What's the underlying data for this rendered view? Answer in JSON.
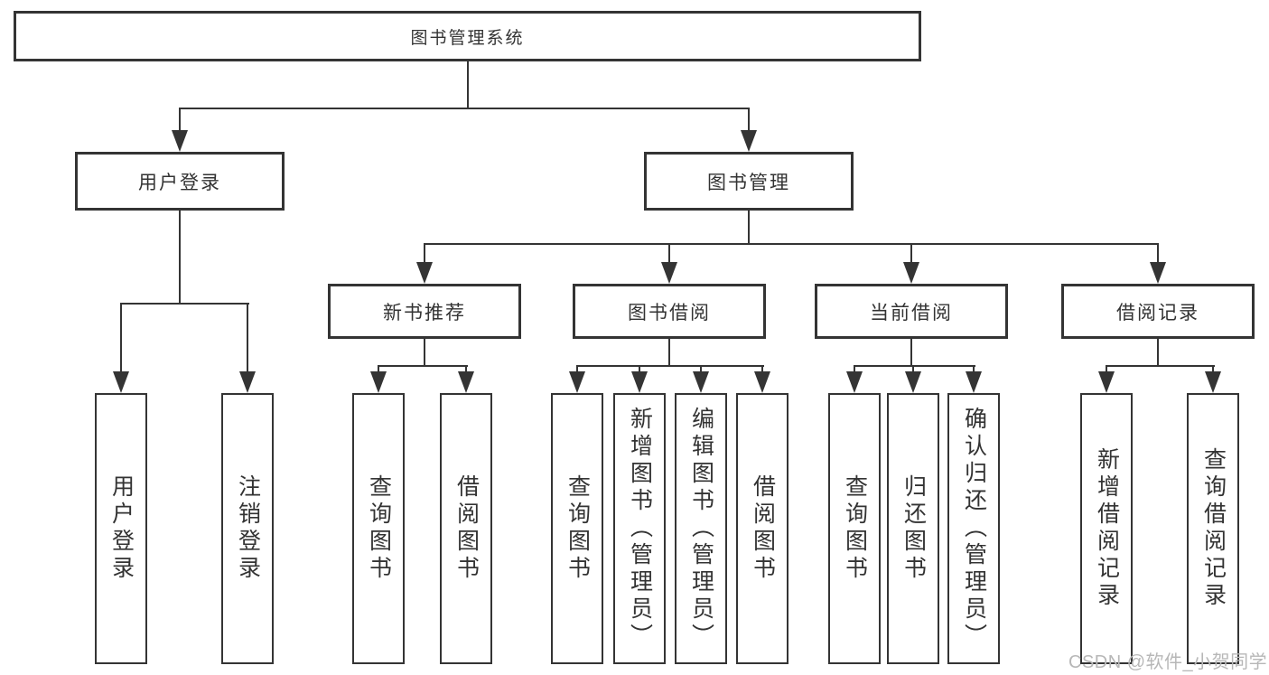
{
  "tree": {
    "label": "图书管理系统",
    "children": [
      {
        "label": "用户登录",
        "children": [
          {
            "label": "用户登录"
          },
          {
            "label": "注销登录"
          }
        ]
      },
      {
        "label": "图书管理",
        "children": [
          {
            "label": "新书推荐",
            "children": [
              {
                "label": "查询图书"
              },
              {
                "label": "借阅图书"
              }
            ]
          },
          {
            "label": "图书借阅",
            "children": [
              {
                "label": "查询图书"
              },
              {
                "label": "新增图书（管理员）"
              },
              {
                "label": "编辑图书（管理员）"
              },
              {
                "label": "借阅图书"
              }
            ]
          },
          {
            "label": "当前借阅",
            "children": [
              {
                "label": "查询图书"
              },
              {
                "label": "归还图书"
              },
              {
                "label": "确认归还（管理员）"
              }
            ]
          },
          {
            "label": "借阅记录",
            "children": [
              {
                "label": "新增借阅记录"
              },
              {
                "label": "查询借阅记录"
              }
            ]
          }
        ]
      }
    ]
  },
  "watermark": {
    "text": "CSDN @软件_小贺同学"
  },
  "colors": {
    "line": "#343434",
    "box_border": "#343434",
    "text": "#333333",
    "watermark": "#b7b7b7",
    "background": "#ffffff"
  }
}
